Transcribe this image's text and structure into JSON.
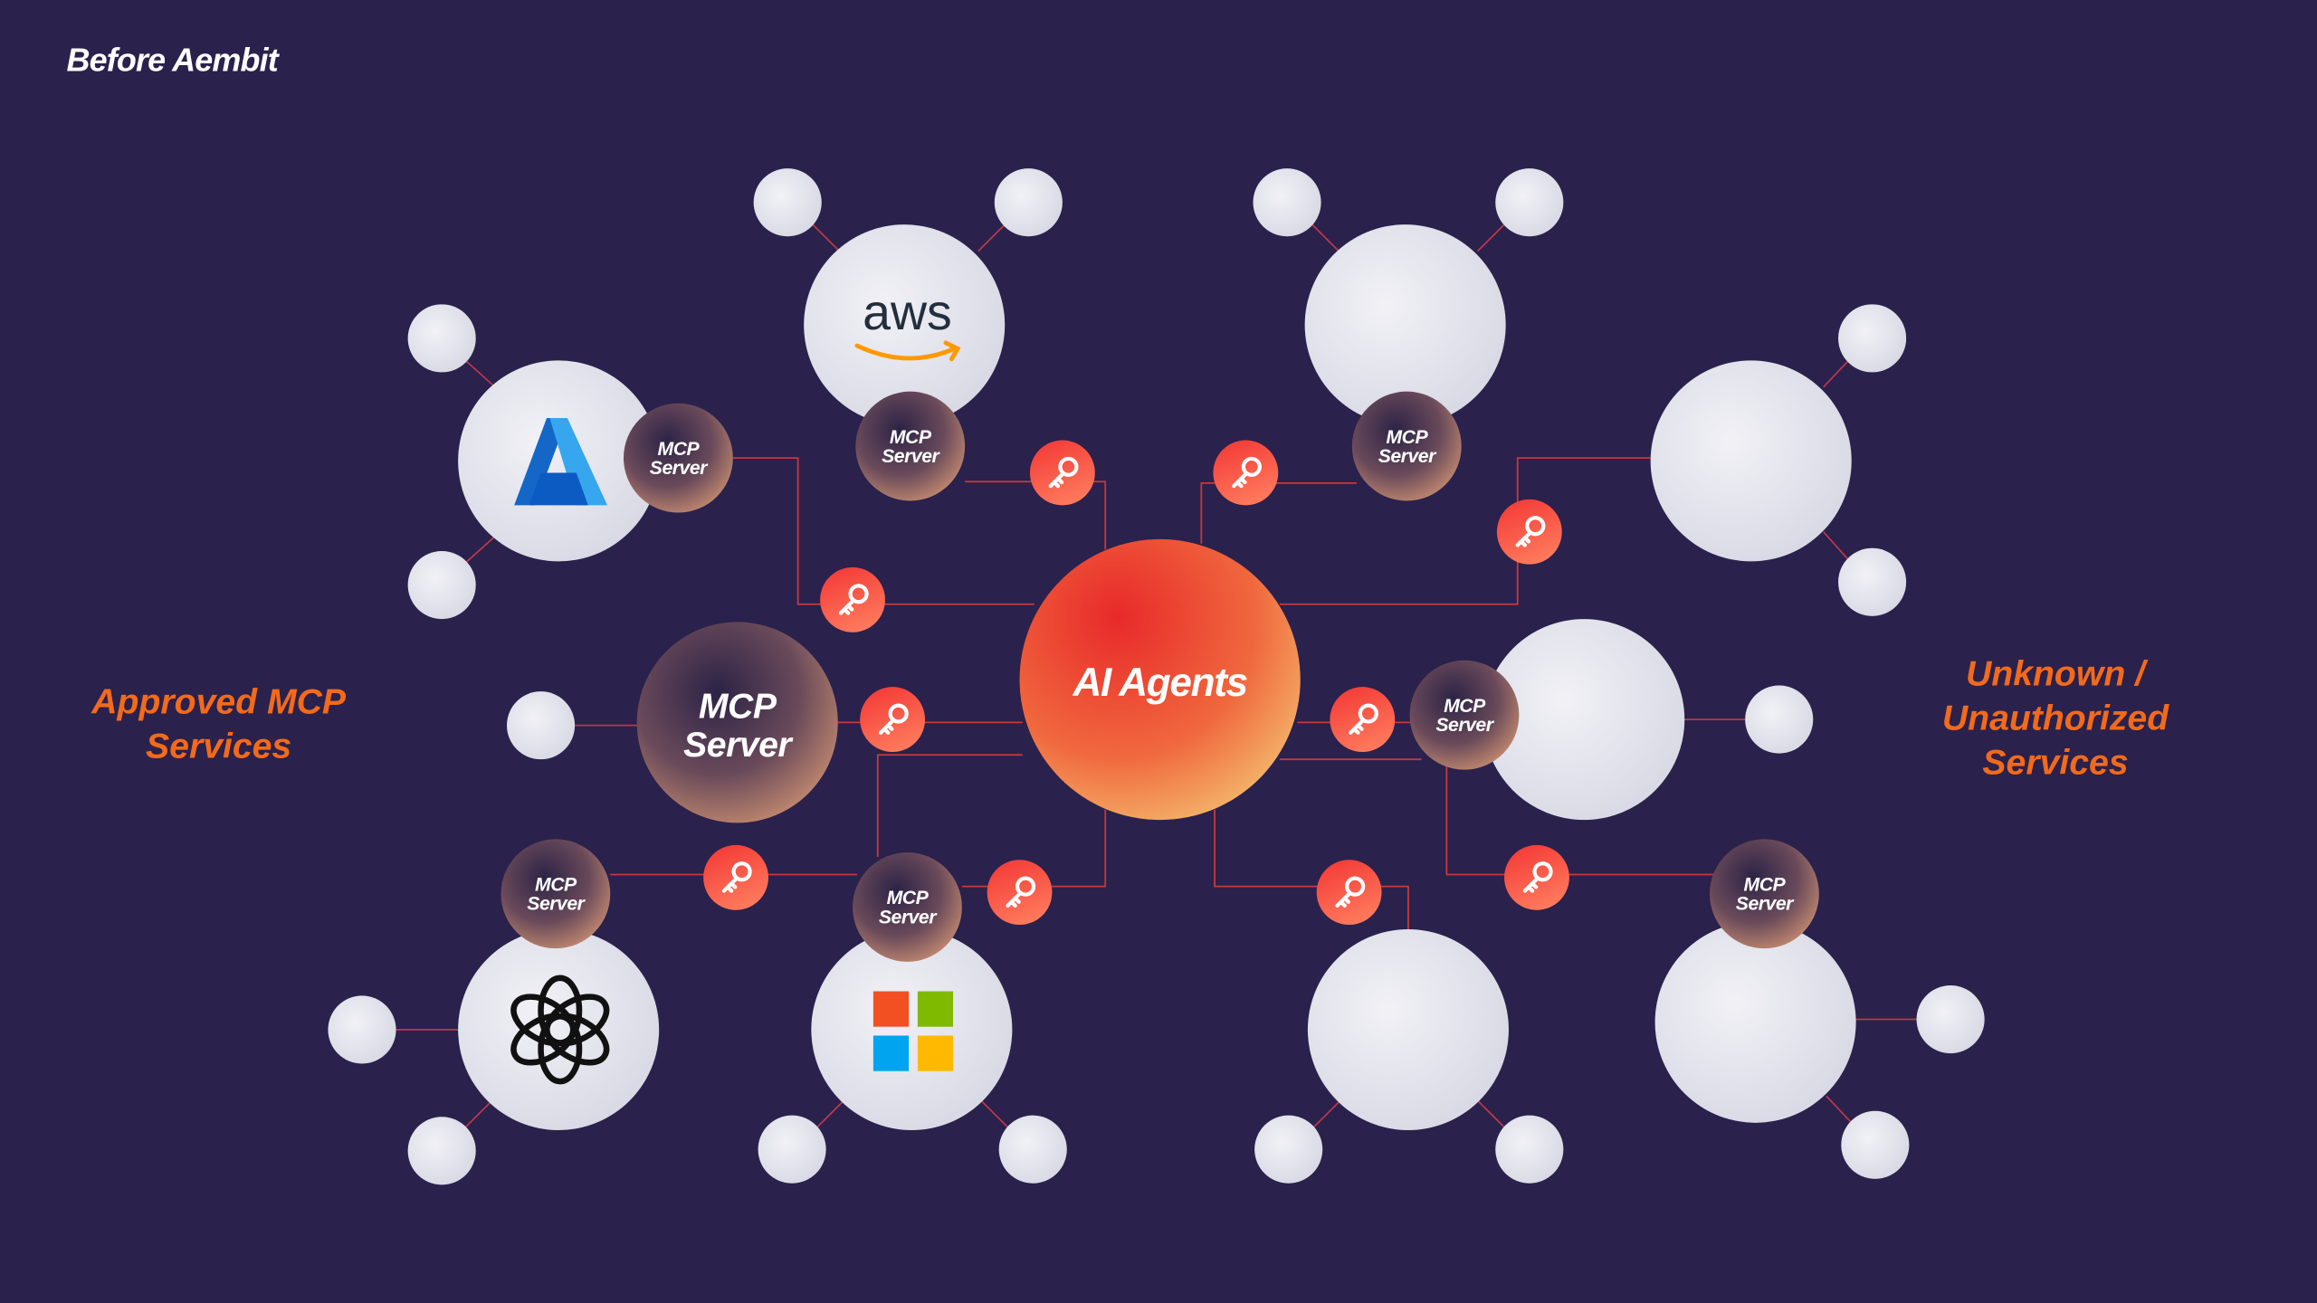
{
  "title": "Before Aembit",
  "center_label": "AI Agents",
  "left_label": [
    "Approved MCP",
    "Services"
  ],
  "right_label": [
    "Unknown /",
    "Unauthorized",
    "Services"
  ],
  "mcp_server": {
    "line1": "MCP",
    "line2": "Server"
  },
  "services": {
    "aws": "aws",
    "azure": "azure-logo",
    "openai": "openai-logo",
    "microsoft": "microsoft-logo"
  },
  "colors": {
    "background": "#2a214c",
    "accent_orange": "#f26a1b",
    "connector": "#c8393a",
    "key": "#f4503c"
  }
}
